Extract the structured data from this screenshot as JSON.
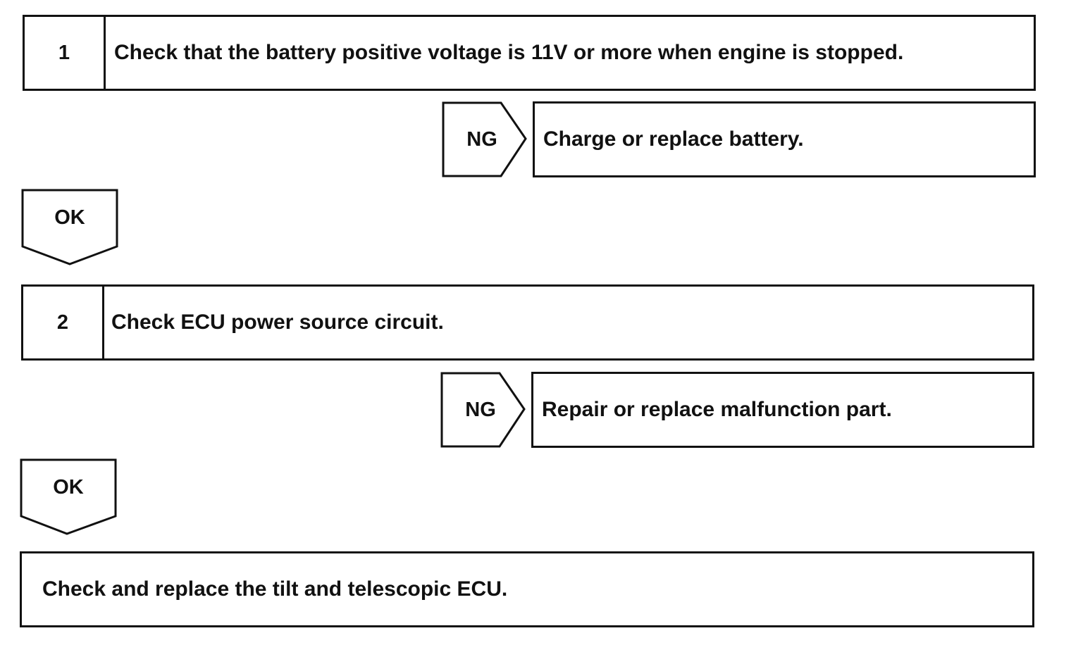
{
  "steps": [
    {
      "number": "1",
      "text": "Check that the battery positive voltage is 11V or more when engine is stopped."
    },
    {
      "number": "2",
      "text": "Check ECU power source circuit."
    }
  ],
  "ng_branches": [
    {
      "label": "NG",
      "action": "Charge or replace battery."
    },
    {
      "label": "NG",
      "action": "Repair or replace malfunction part."
    }
  ],
  "ok_arrows": [
    {
      "label": "OK"
    },
    {
      "label": "OK"
    }
  ],
  "final": {
    "text": "Check and replace the tilt and telescopic ECU."
  },
  "colors": {
    "stroke": "#111111",
    "background": "#ffffff"
  }
}
